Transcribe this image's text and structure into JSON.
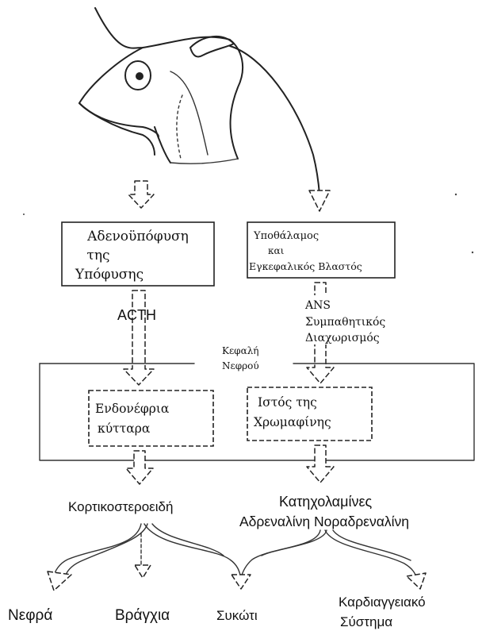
{
  "pituitary_box": {
    "line1": "Αδενοϋπόφυση",
    "line2": "της",
    "line3": "Υπόφυσης"
  },
  "hypothalamus_box": {
    "line1": "Υποθάλαμος",
    "line2": "και",
    "line3": "Εγκεφαλικός Βλαστός"
  },
  "acth_label": "ACTH",
  "ans_label": {
    "line1": "ANS",
    "line2": "Συμπαθητικός",
    "line3": "Διαχωρισμός"
  },
  "head_kidney_label": {
    "line1": "Κεφαλή",
    "line2": "Νεφρού"
  },
  "interrenal_box": {
    "line1": "Ενδονέφρια",
    "line2": "κύτταρα"
  },
  "chromaffin_box": {
    "line1": "Ιστός της",
    "line2": "Χρωμαφίνης"
  },
  "corticosteroids_label": "Κορτικοστεροειδή",
  "catecholamines_label": {
    "line1": "Κατηχολαμίνες",
    "line2": "Αδρεναλίνη Νοραδρεναλίνη"
  },
  "targets": {
    "kidney": "Νεφρά",
    "gills": "Βράγχια",
    "liver": "Συκώτι",
    "cardio_line1": "Καρδιαγγειακό",
    "cardio_line2": "Σύστημα"
  }
}
